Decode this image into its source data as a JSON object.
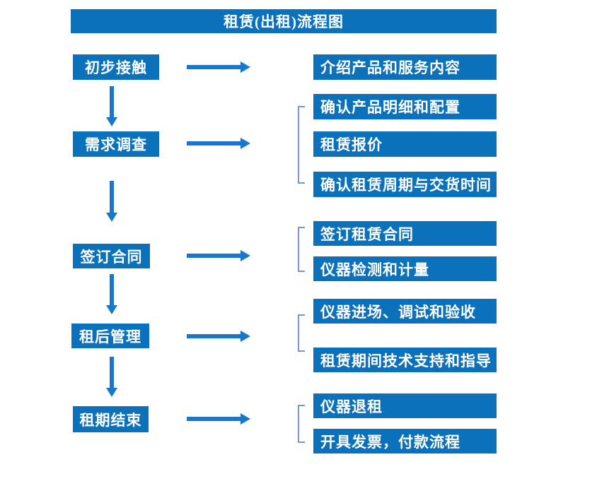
{
  "title": "租赁(出租)流程图",
  "colors": {
    "box": "#0C71BB",
    "arrow": "#1677CC",
    "bracket": "#7396D5",
    "text": "#FFFFFF"
  },
  "stages": [
    {
      "label": "初步接触",
      "outputs": [
        "介绍产品和服务内容"
      ]
    },
    {
      "label": "需求调查",
      "outputs": [
        "确认产品明细和配置",
        "租赁报价",
        "确认租赁周期与交货时间"
      ]
    },
    {
      "label": "签订合同",
      "outputs": [
        "签订租赁合同",
        "仪器检测和计量"
      ]
    },
    {
      "label": "租后管理",
      "outputs": [
        "仪器进场、调试和验收",
        "租赁期间技术支持和指导"
      ]
    },
    {
      "label": "租期结束",
      "outputs": [
        "仪器退租",
        "开具发票，付款流程"
      ]
    }
  ]
}
